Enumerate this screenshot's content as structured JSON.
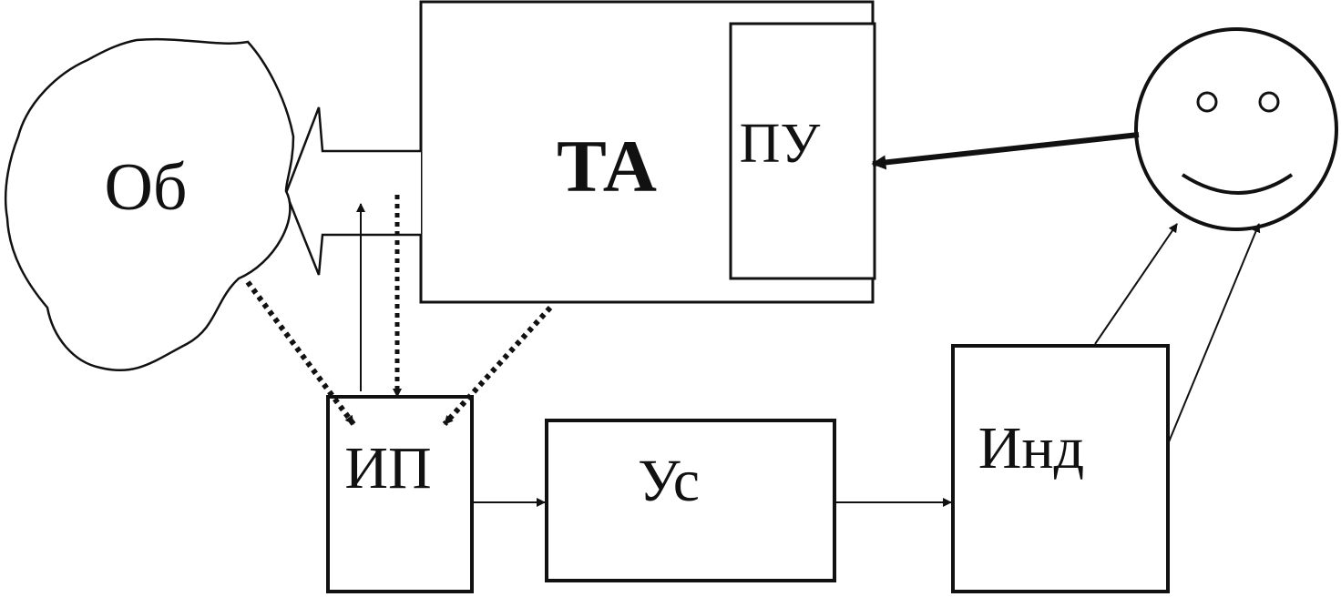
{
  "nodes": {
    "object": {
      "label": "Об"
    },
    "technical_apparatus": {
      "label": "ТА"
    },
    "control_device": {
      "label": "ПУ"
    },
    "measuring_converter": {
      "label": "ИП"
    },
    "amplifier": {
      "label": "Ус"
    },
    "indicator": {
      "label": "Инд"
    },
    "operator": {
      "label": ""
    }
  },
  "edges": [
    {
      "from": "operator",
      "to": "control_device",
      "style": "solid-thick"
    },
    {
      "from": "object",
      "to": "measuring_converter",
      "style": "dotted"
    },
    {
      "from": "technical_apparatus",
      "to": "measuring_converter",
      "style": "dotted"
    },
    {
      "from": "technical_apparatus",
      "to": "measuring_converter",
      "style": "dotted"
    },
    {
      "from": "measuring_converter",
      "to": "technical_apparatus",
      "style": "solid"
    },
    {
      "from": "measuring_converter",
      "to": "amplifier",
      "style": "solid"
    },
    {
      "from": "amplifier",
      "to": "indicator",
      "style": "solid"
    },
    {
      "from": "indicator",
      "to": "operator",
      "style": "solid"
    },
    {
      "from": "indicator",
      "to": "operator",
      "style": "solid"
    }
  ],
  "colors": {
    "ink": "#111111",
    "background": "#ffffff"
  }
}
